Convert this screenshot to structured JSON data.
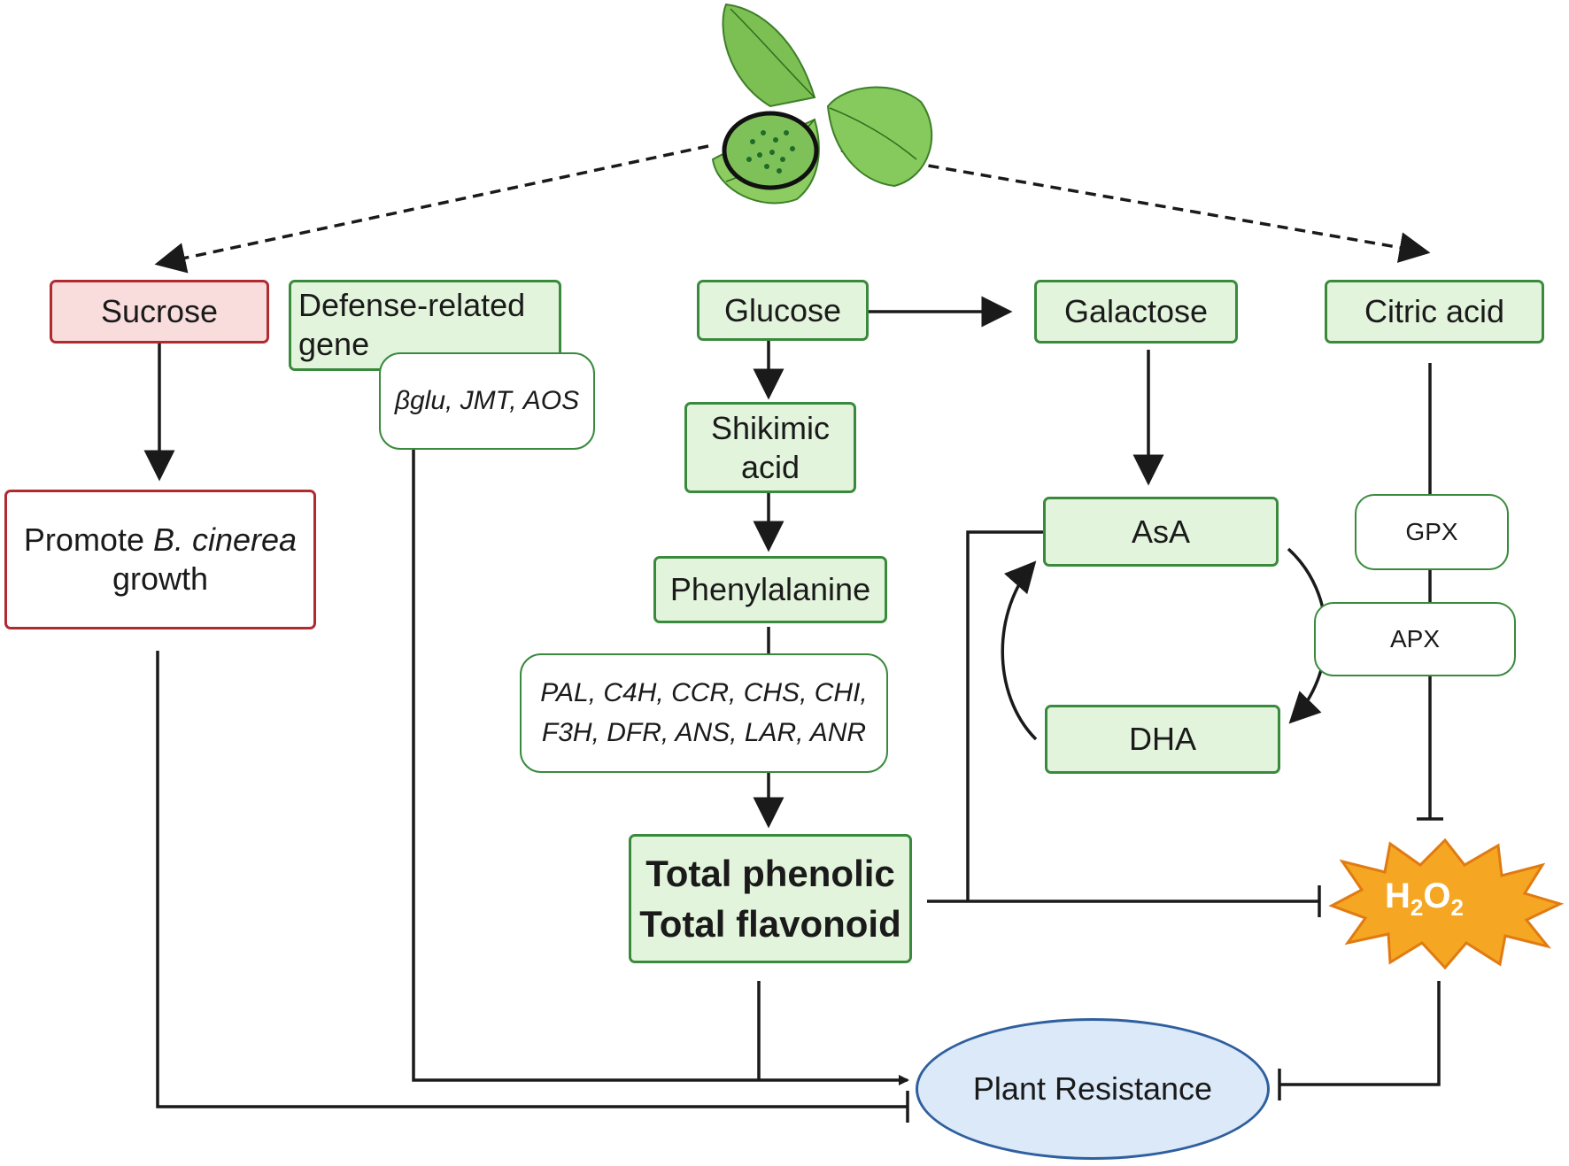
{
  "nodes": {
    "sucrose": "Sucrose",
    "defense_gene": "Defense-related gene",
    "defense_genes_list": "βglu, JMT, AOS",
    "glucose": "Glucose",
    "galactose": "Galactose",
    "citric_acid": "Citric acid",
    "promote_prefix": "Promote ",
    "promote_species": "B. cinerea",
    "promote_suffix": "growth",
    "shikimic_acid": "Shikimic acid",
    "phenylalanine": "Phenylalanine",
    "enzyme_genes_line1": "PAL, C4H, CCR, CHS, CHI,",
    "enzyme_genes_line2": "F3H, DFR, ANS, LAR, ANR",
    "total_phenolic": "Total phenolic",
    "total_flavonoid": "Total flavonoid",
    "asa": "AsA",
    "dha": "DHA",
    "gpx": "GPX",
    "apx": "APX",
    "h2o2_main": "H",
    "h2o2_sub1": "2",
    "h2o2_mid": "O",
    "h2o2_sub2": "2",
    "plant_resistance": "Plant Resistance"
  },
  "colors": {
    "green_fill": "#e3f4dc",
    "green_border": "#3a8a3d",
    "red_fill": "#f9dcdc",
    "red_border": "#b02a30",
    "ellipse_fill": "#dbe9f8",
    "ellipse_border": "#2f5f9e",
    "burst_fill": "#f5a623",
    "line": "#1a1a1a"
  },
  "icons": [
    "strawberry-leaf-icon",
    "h2o2-burst-icon"
  ]
}
